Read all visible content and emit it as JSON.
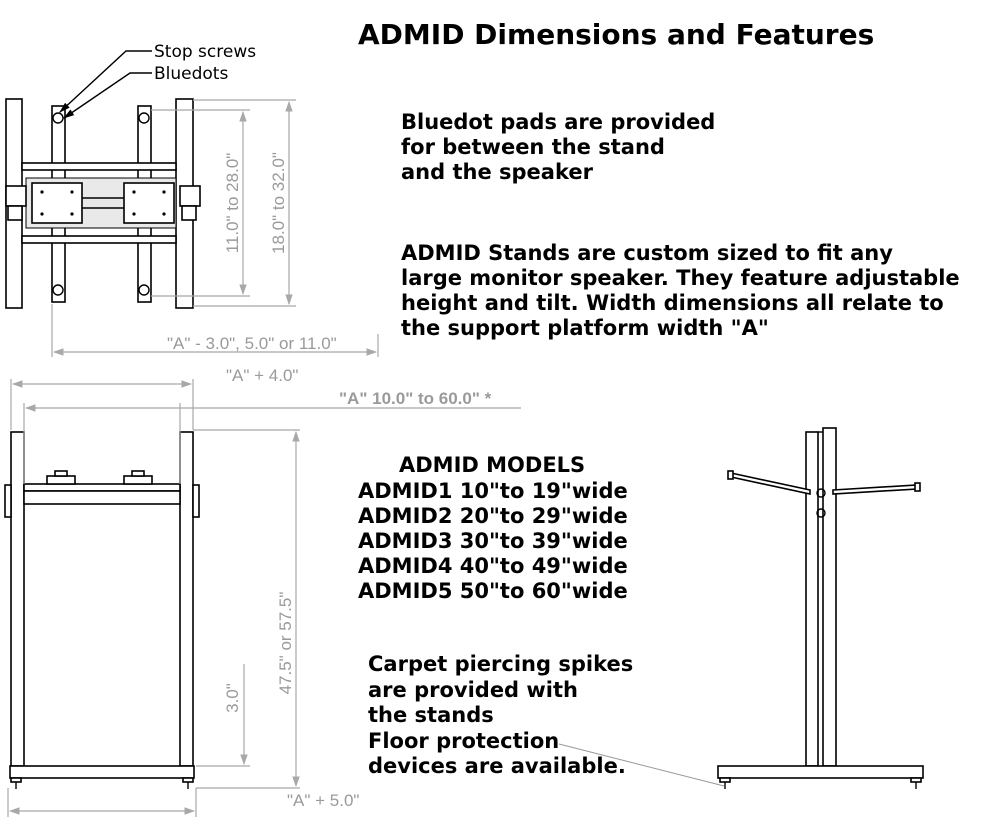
{
  "title": "ADMID Dimensions and Features",
  "callouts": {
    "stop_screws": "Stop screws",
    "bluedots": "Bluedots"
  },
  "notes": {
    "bluedot_pads": [
      "Bluedot pads are provided",
      "for between the stand",
      "and the speaker"
    ],
    "custom_sizing": [
      "ADMID Stands are custom sized to fit any",
      "large monitor speaker. They feature adjustable",
      "height and tilt. Width dimensions all relate to",
      "the support platform width \"A\""
    ],
    "spikes": [
      "Carpet piercing spikes",
      "are provided with",
      "the stands",
      "Floor protection",
      "devices are available."
    ]
  },
  "models": {
    "heading": "ADMID MODELS",
    "rows": [
      "ADMID1 10\"to 19\"wide",
      "ADMID2 20\"to 29\"wide",
      "ADMID3 30\"to 39\"wide",
      "ADMID4 40\"to 49\"wide",
      "ADMID5 50\"to 60\"wide"
    ]
  },
  "dimensions": {
    "top_inner_height": "11.0\" to 28.0\"",
    "top_outer_height": "18.0\" to 32.0\"",
    "top_width": "\"A\" - 3.0\", 5.0\" or 11.0\"",
    "front_outer_width": "\"A\" + 4.0\"",
    "platform_width": "\"A\" 10.0\" to 60.0\" *",
    "overall_height": "47.5\" or 57.5\"",
    "base_height": "3.0\"",
    "base_width": "\"A\" + 5.0\""
  }
}
